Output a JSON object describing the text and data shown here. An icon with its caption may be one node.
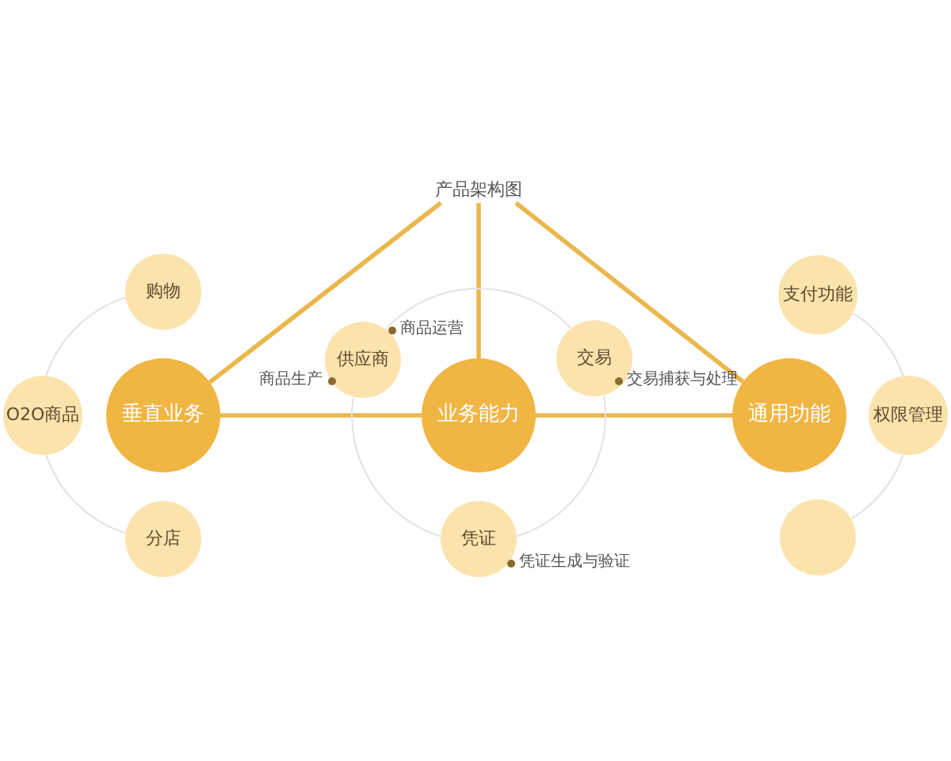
{
  "diagram": {
    "nodes": [
      {
        "text": [
          "产品架构图"
        ]
      },
      {
        "text": [
          "垂直业务"
        ]
      },
      {
        "text": [
          "购物"
        ]
      },
      {
        "text": [
          "O2O商品"
        ]
      },
      {
        "text": [
          "分店"
        ]
      },
      {
        "text": [
          "业务能力"
        ]
      },
      {
        "text": [
          "供应商"
        ],
        "beside": [
          "商品运营",
          "商品生产"
        ]
      },
      {
        "text": [
          "交易"
        ],
        "beside": [
          "交易捕获与处理"
        ]
      },
      {
        "text": [
          "凭证"
        ],
        "beside": [
          "凭证生成与验证"
        ]
      },
      {
        "text": [
          "通用功能"
        ]
      },
      {
        "text": [
          "支付功能"
        ]
      },
      {
        "text": [
          "权限管理"
        ]
      },
      {
        "text": [],
        "shape": "circle"
      }
    ],
    "edges": [
      {
        "from": 0,
        "to": 1,
        "arrow": "none",
        "style": "thick",
        "color": "#ebb74c"
      },
      {
        "from": 0,
        "to": 5,
        "arrow": "none",
        "style": "thick",
        "color": "#ebb74c"
      },
      {
        "from": 0,
        "to": 9,
        "arrow": "none",
        "style": "thick",
        "color": "#ebb74c"
      },
      {
        "from": 1,
        "to": 5,
        "arrow": "none",
        "style": "thick",
        "color": "#ebb74c"
      },
      {
        "from": 5,
        "to": 9,
        "arrow": "none",
        "style": "thick",
        "color": "#ebb74c"
      },
      {
        "from": 2,
        "to": 3,
        "arrow": "none"
      },
      {
        "from": 3,
        "to": 4,
        "arrow": "none"
      },
      {
        "from": 6,
        "to": 7,
        "arrow": "none"
      },
      {
        "from": 7,
        "to": 8,
        "arrow": "none"
      },
      {
        "from": 8,
        "to": 6,
        "arrow": "none"
      },
      {
        "from": 10,
        "to": 11,
        "arrow": "none"
      },
      {
        "from": 11,
        "to": 12,
        "arrow": "none"
      }
    ]
  }
}
